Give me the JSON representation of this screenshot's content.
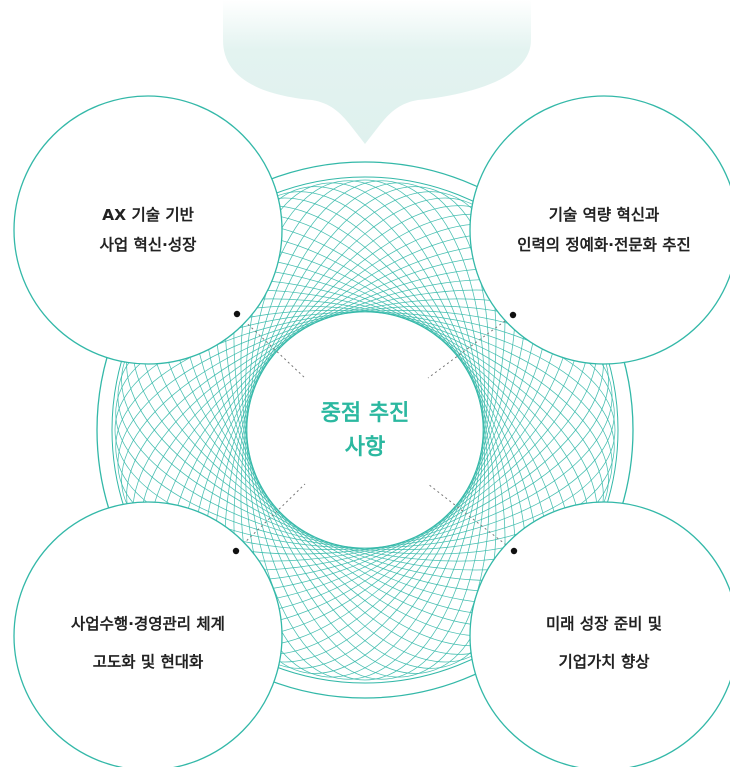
{
  "center": {
    "line1": "중점 추진",
    "line2": "사항"
  },
  "items": [
    {
      "line1": "AX 기술 기반",
      "line2": "사업 혁신·성장"
    },
    {
      "line1": "기술 역량 혁신과",
      "line2": "인력의 정예화·전문화 추진"
    },
    {
      "line1": "사업수행·경영관리 체계",
      "line2": "고도화 및 현대화"
    },
    {
      "line1": "미래 성장 준비 및",
      "line2": "기업가치 향상"
    }
  ],
  "colors": {
    "accent": "#2bb8a0",
    "line": "#33b8a8",
    "text": "#222222",
    "arrow": "#e6f4f2"
  }
}
